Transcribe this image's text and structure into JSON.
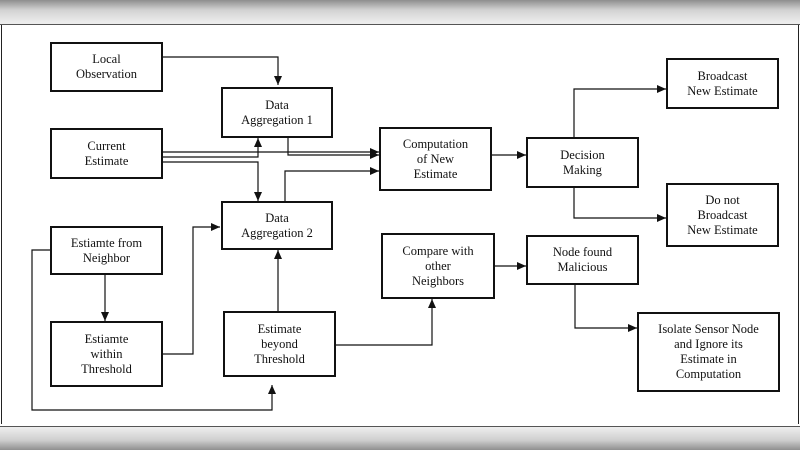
{
  "nodes": {
    "local_observation": "Local\nObservation",
    "current_estimate": "Current\nEstimate",
    "data_aggregation_1": "Data\nAggregation 1",
    "data_aggregation_2": "Data\nAggregation 2",
    "computation_new_estimate": "Computation\nof New\nEstimate",
    "decision_making": "Decision\nMaking",
    "broadcast_new_estimate": "Broadcast\nNew Estimate",
    "do_not_broadcast": "Do not\nBroadcast\nNew Estimate",
    "estimate_from_neighbor": "Estiamte from\nNeighbor",
    "estimate_within_threshold": "Estiamte\nwithin\nThreshold",
    "estimate_beyond_threshold": "Estimate\nbeyond\nThreshold",
    "compare_with_neighbors": "Compare with\nother\nNeighbors",
    "node_found_malicious": "Node found\nMalicious",
    "isolate_sensor_node": "Isolate Sensor Node\nand Ignore its\nEstimate in\nComputation"
  }
}
